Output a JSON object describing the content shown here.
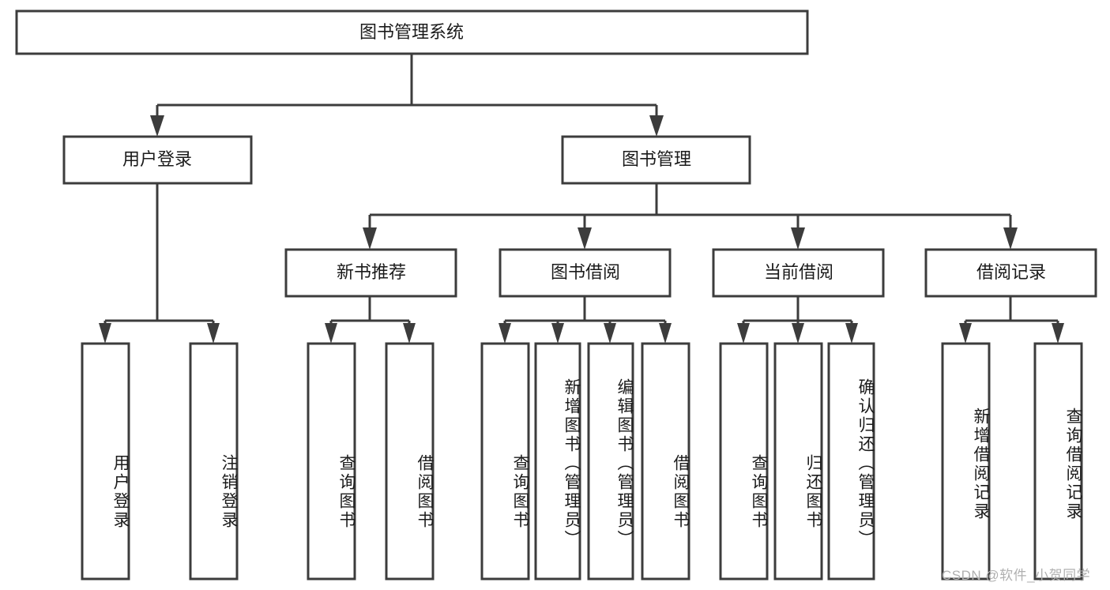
{
  "diagram": {
    "title": "图书管理系统",
    "type": "tree-hierarchy",
    "watermark": "CSDN @软件_小贺同学",
    "colors": {
      "stroke": "#3c3c3c",
      "fill": "#ffffff",
      "text": "#1b1b1b",
      "watermark": "#b0b0b0",
      "background": "#ffffff"
    },
    "root": {
      "label": "图书管理系统"
    },
    "level2": [
      {
        "label": "用户登录"
      },
      {
        "label": "图书管理"
      }
    ],
    "level3": [
      {
        "label": "新书推荐"
      },
      {
        "label": "图书借阅"
      },
      {
        "label": "当前借阅"
      },
      {
        "label": "借阅记录"
      }
    ],
    "leaves": {
      "user_login": [
        {
          "label": "用户登录"
        },
        {
          "label": "注销登录"
        }
      ],
      "new_book_recommend": [
        {
          "label": "查询图书"
        },
        {
          "label": "借阅图书"
        }
      ],
      "book_borrow": [
        {
          "label": "查询图书"
        },
        {
          "label": "新增图书（管理员）"
        },
        {
          "label": "编辑图书（管理员）"
        },
        {
          "label": "借阅图书"
        }
      ],
      "current_borrow": [
        {
          "label": "查询图书"
        },
        {
          "label": "归还图书"
        },
        {
          "label": "确认归还（管理员）"
        }
      ],
      "borrow_record": [
        {
          "label": "新增借阅记录"
        },
        {
          "label": "查询借阅记录"
        }
      ]
    }
  }
}
